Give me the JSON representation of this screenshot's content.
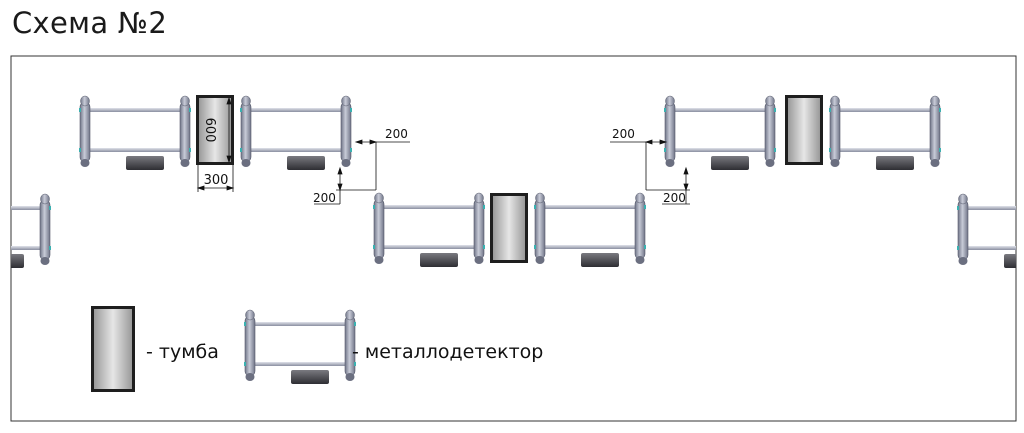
{
  "title": "Схема №2",
  "dimensions": {
    "tumba_height": "600",
    "tumba_width": "300",
    "gap_a": "200",
    "gap_b": "200",
    "gap_c": "200",
    "gap_d": "200"
  },
  "legend": {
    "tumba_label": "- тумба",
    "detector_label": "- металлодетектор"
  },
  "colors": {
    "frame": "#333333",
    "post": "#9aa0b3",
    "bar": "#b9bdcc",
    "tumba_fill": "#d8d8d8",
    "accent": "#3ab0b0"
  }
}
